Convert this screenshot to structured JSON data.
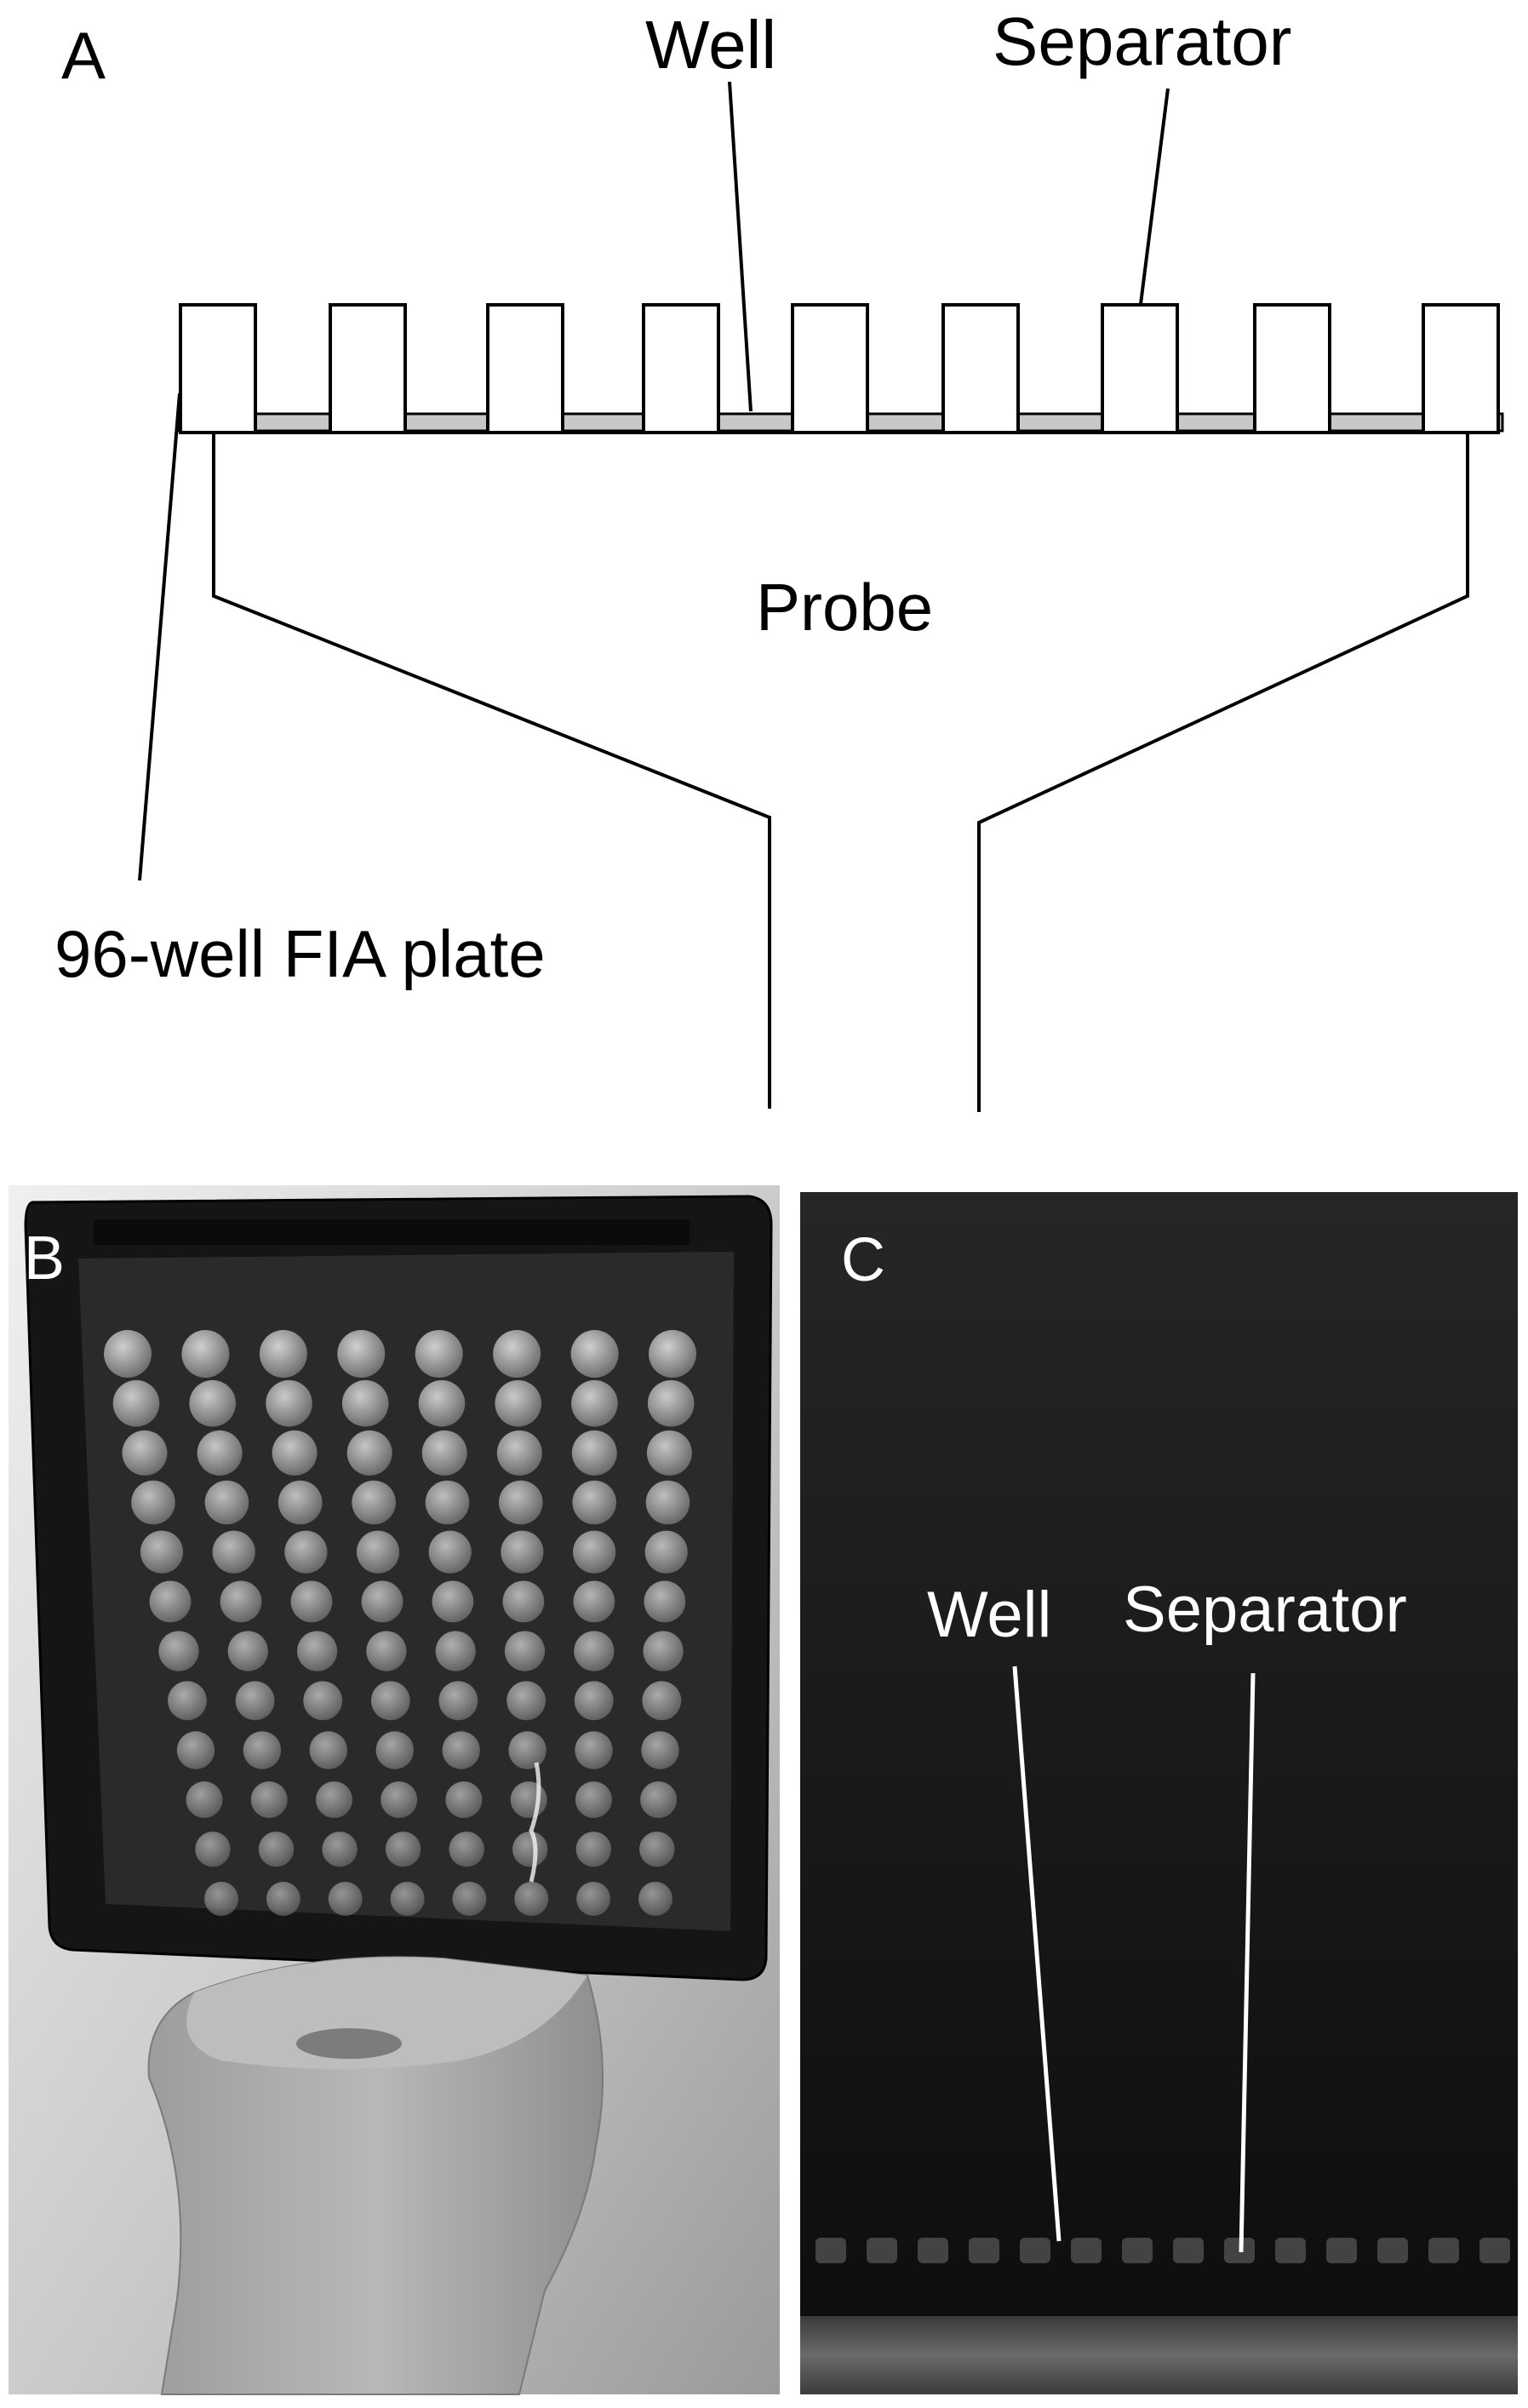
{
  "panel_a": {
    "letter": "A",
    "well_label": "Well",
    "separator_label": "Separator",
    "probe_label": "Probe",
    "plate_label": "96-well FIA plate"
  },
  "panel_b": {
    "letter": "B",
    "plate_rows": 12,
    "plate_cols": 8
  },
  "panel_c": {
    "letter": "C",
    "well_label": "Well",
    "separator_label": "Separator"
  }
}
